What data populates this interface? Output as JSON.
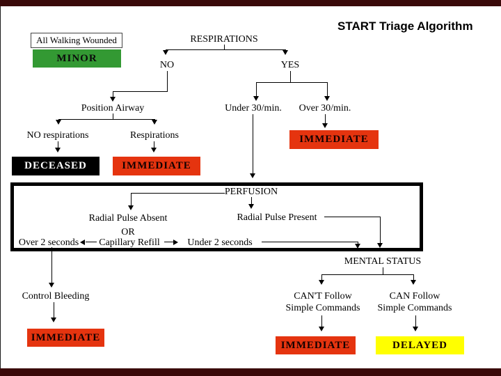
{
  "slide": {
    "title": "START Triage Algorithm"
  },
  "labels": {
    "all_walking_wounded": "All Walking Wounded",
    "respirations_header": "RESPIRATIONS",
    "no": "NO",
    "yes": "YES",
    "position_airway": "Position Airway",
    "no_respirations": "NO respirations",
    "respirations_present": "Respirations",
    "under_30": "Under 30/min.",
    "over_30": "Over 30/min.",
    "perfusion": "PERFUSION",
    "radial_pulse_absent": "Radial Pulse Absent",
    "radial_pulse_present": "Radial Pulse Present",
    "or": "OR",
    "over_2_seconds": "Over 2 seconds",
    "capillary_refill": "Capillary Refill",
    "under_2_seconds": "Under 2 seconds",
    "mental_status": "MENTAL STATUS",
    "cant_follow": "CAN'T Follow",
    "can_follow": "CAN Follow",
    "simple_commands": "Simple Commands",
    "control_bleeding": "Control Bleeding"
  },
  "boxes": {
    "minor": "MINOR",
    "deceased": "DECEASED",
    "immediate": "IMMEDIATE",
    "delayed": "DELAYED"
  },
  "colors": {
    "minor_green": "#339933",
    "immediate_red": "#e5340f",
    "delayed_yellow": "#ffff00",
    "deceased_black": "#000000",
    "frame_maroon": "#3a0a0a"
  }
}
